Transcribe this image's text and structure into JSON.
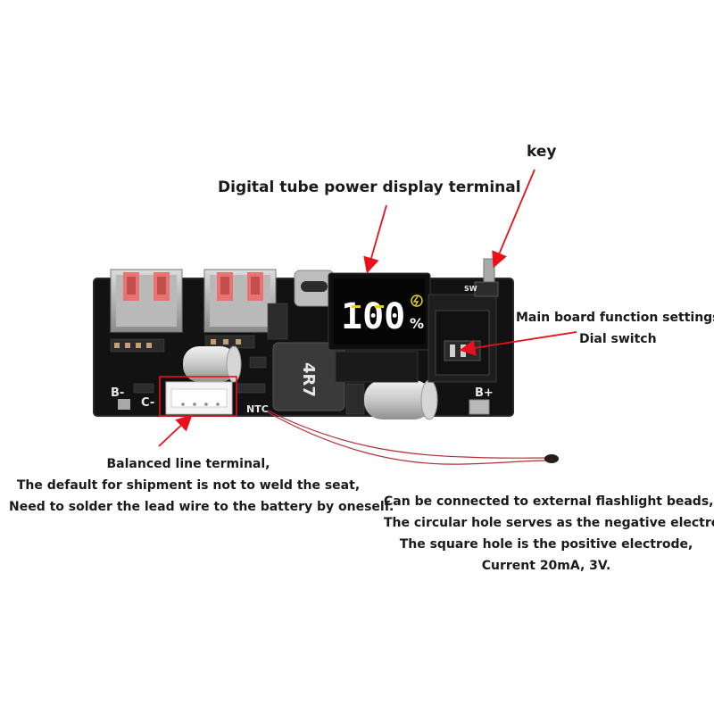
{
  "labels": {
    "key": "key",
    "display_terminal": "Digital tube power display terminal",
    "main_board": [
      "Main board function settings",
      "Dial switch"
    ],
    "balanced": [
      "Balanced line terminal,",
      "The default for shipment is not to weld the seat,",
      "Need to solder the lead wire to the battery by oneself."
    ],
    "flashlight": [
      "Can be connected to external flashlight beads,",
      "The circular hole serves as the negative electrode,",
      "The square hole is the positive electrode,",
      "Current 20mA, 3V."
    ]
  },
  "board": {
    "silk_b_minus": "B-",
    "silk_c_minus": "C-",
    "silk_b_plus": "B+",
    "silk_ntc": "NTC",
    "silk_sw": "SW",
    "inductor_marking": "4R7",
    "display_digits": "100",
    "display_percent": "%"
  },
  "colors": {
    "arrow": "#e8101a",
    "pcb": "#121212",
    "usb_contacts": "#e8736f",
    "display_white": "#ffffff",
    "display_yellow": "#e6d31c",
    "thermistor_wire": "#b0313a"
  }
}
